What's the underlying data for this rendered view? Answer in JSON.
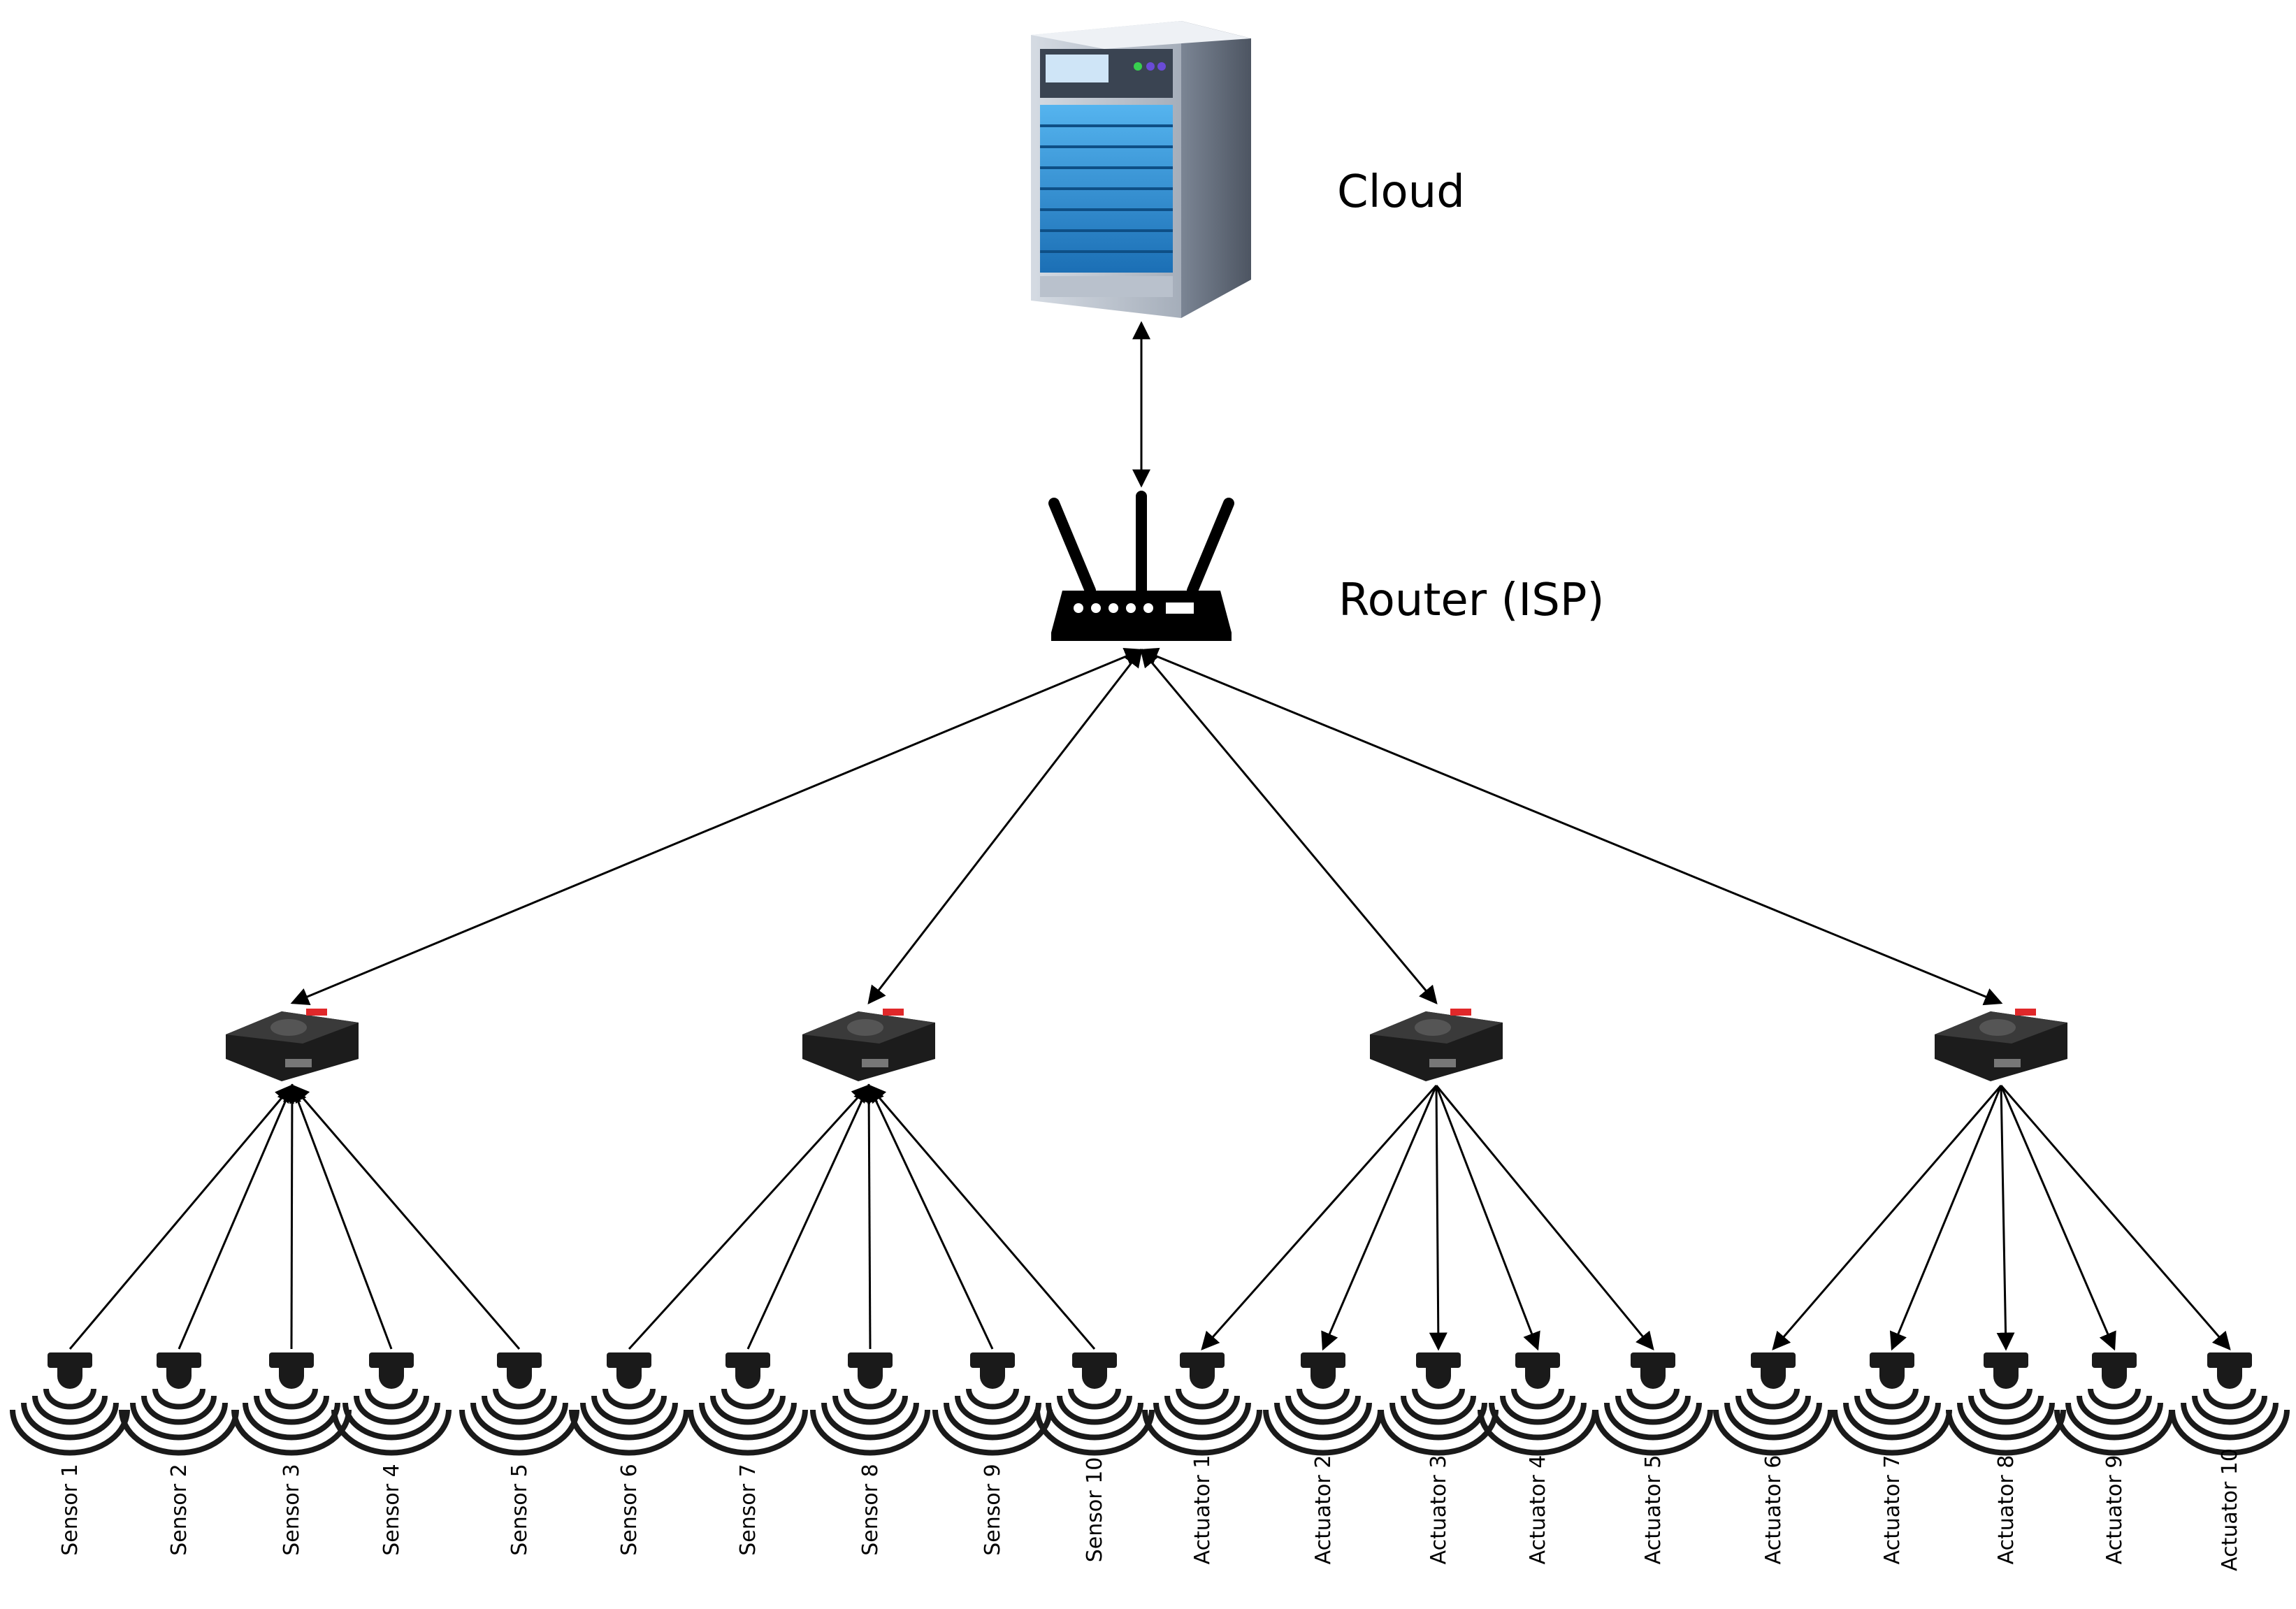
{
  "cloud": {
    "label": "Cloud"
  },
  "router": {
    "label": "Router (ISP)"
  },
  "gateways": [
    {
      "icon": "gateway-box-icon",
      "direction": "from-devices"
    },
    {
      "icon": "gateway-box-icon",
      "direction": "from-devices"
    },
    {
      "icon": "gateway-box-icon",
      "direction": "to-devices"
    },
    {
      "icon": "gateway-box-icon",
      "direction": "to-devices"
    }
  ],
  "devices": [
    {
      "label": "Sensor 1"
    },
    {
      "label": "Sensor 2"
    },
    {
      "label": "Sensor 3"
    },
    {
      "label": "Sensor 4"
    },
    {
      "label": "Sensor 5"
    },
    {
      "label": "Sensor  6"
    },
    {
      "label": "Sensor  7"
    },
    {
      "label": "Sensor 8"
    },
    {
      "label": "Sensor  9"
    },
    {
      "label": "Sensor 10"
    },
    {
      "label": "Actuator 1"
    },
    {
      "label": "Actuator 2"
    },
    {
      "label": "Actuator 3"
    },
    {
      "label": "Actuator 4"
    },
    {
      "label": "Actuator 5"
    },
    {
      "label": "Actuator 6"
    },
    {
      "label": "Actuator 7"
    },
    {
      "label": "Actuator 8"
    },
    {
      "label": "Actuator 9"
    },
    {
      "label": "Actuator 10"
    }
  ],
  "icons": {
    "cloud": "server-tower-icon",
    "router": "wifi-router-icon",
    "device": "wireless-sensor-icon"
  },
  "colors": {
    "line": "#000000",
    "server_body": "#9aa4b2",
    "server_panel": "#2e8fd6",
    "gateway_body": "#1c1c1c",
    "gateway_led": "#e0282a",
    "device": "#1a1a1a"
  }
}
